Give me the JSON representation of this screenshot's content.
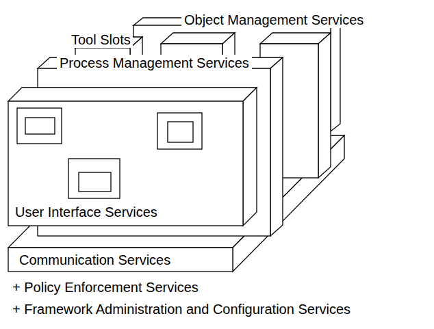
{
  "diagram": {
    "nodes": [
      {
        "text": [
          "Object Management Services"
        ]
      },
      {
        "text": [
          "Process Management Services"
        ]
      },
      {
        "text": [
          "User Interface Services"
        ]
      },
      {
        "text": [
          "Communication Services"
        ]
      }
    ],
    "labels": [
      "Tool Slots",
      "+ Policy Enforcement Services",
      "+ Framework Administration and Configuration Services"
    ]
  }
}
